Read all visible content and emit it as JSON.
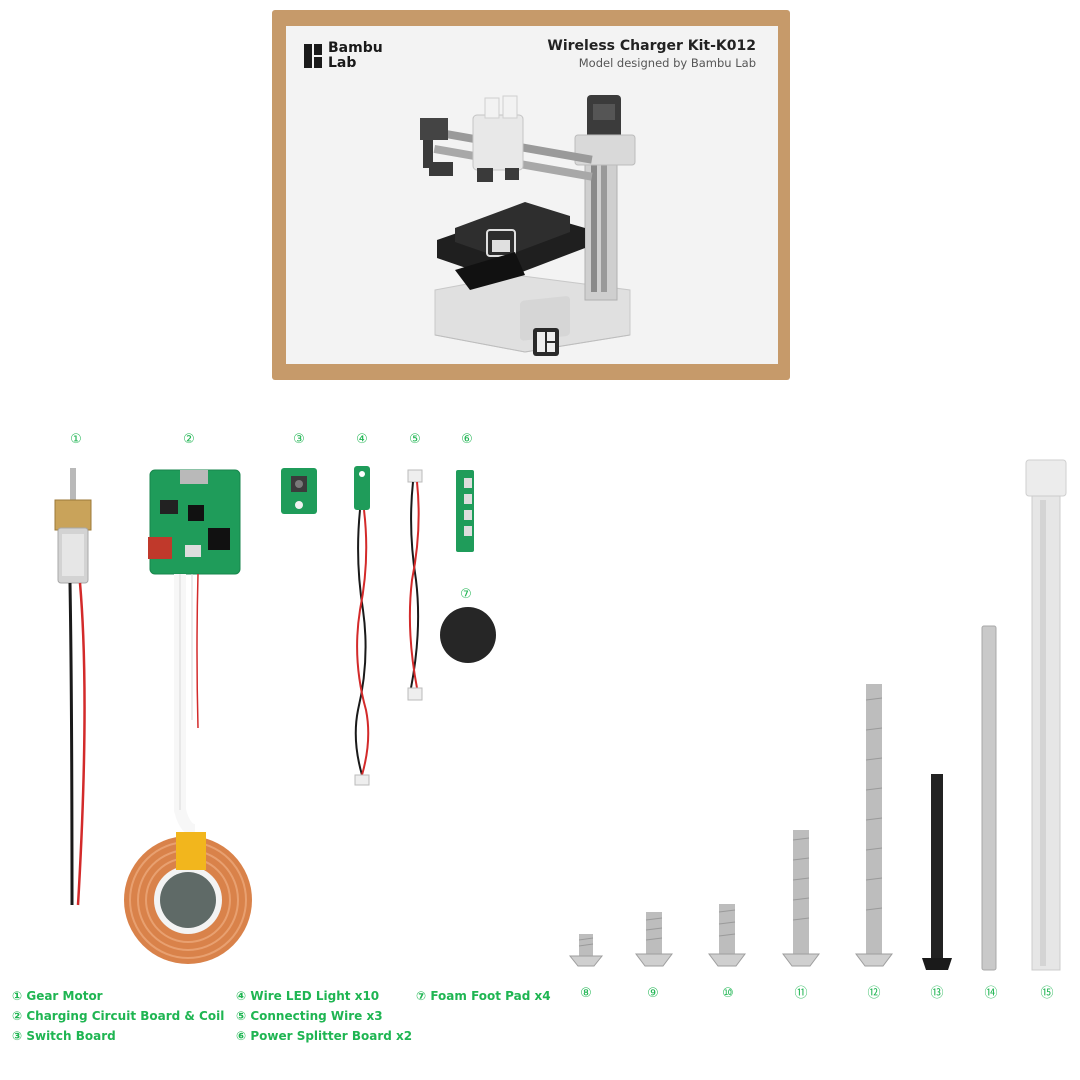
{
  "box": {
    "brand_line1": "Bambu",
    "brand_line2": "Lab",
    "title": "Wireless Charger Kit-K012",
    "subtitle": "Model designed by Bambu Lab"
  },
  "part_numbers": [
    "①",
    "②",
    "③",
    "④",
    "⑤",
    "⑥",
    "⑦",
    "⑧",
    "⑨",
    "⑩",
    "⑪",
    "⑫",
    "⑬",
    "⑭",
    "⑮"
  ],
  "legend": {
    "col1": [
      "① Gear Motor",
      "② Charging Circuit Board & Coil",
      "③ Switch Board"
    ],
    "col2": [
      "④ Wire LED Light x10",
      "⑤ Connecting Wire x3",
      "⑥ Power Splitter Board x2"
    ],
    "col3": [
      "⑦ Foam Foot Pad x4"
    ]
  },
  "colors": {
    "label_green": "#1fb552",
    "box_cardboard": "#c69a6a",
    "pcb_green": "#1f9c5a"
  }
}
